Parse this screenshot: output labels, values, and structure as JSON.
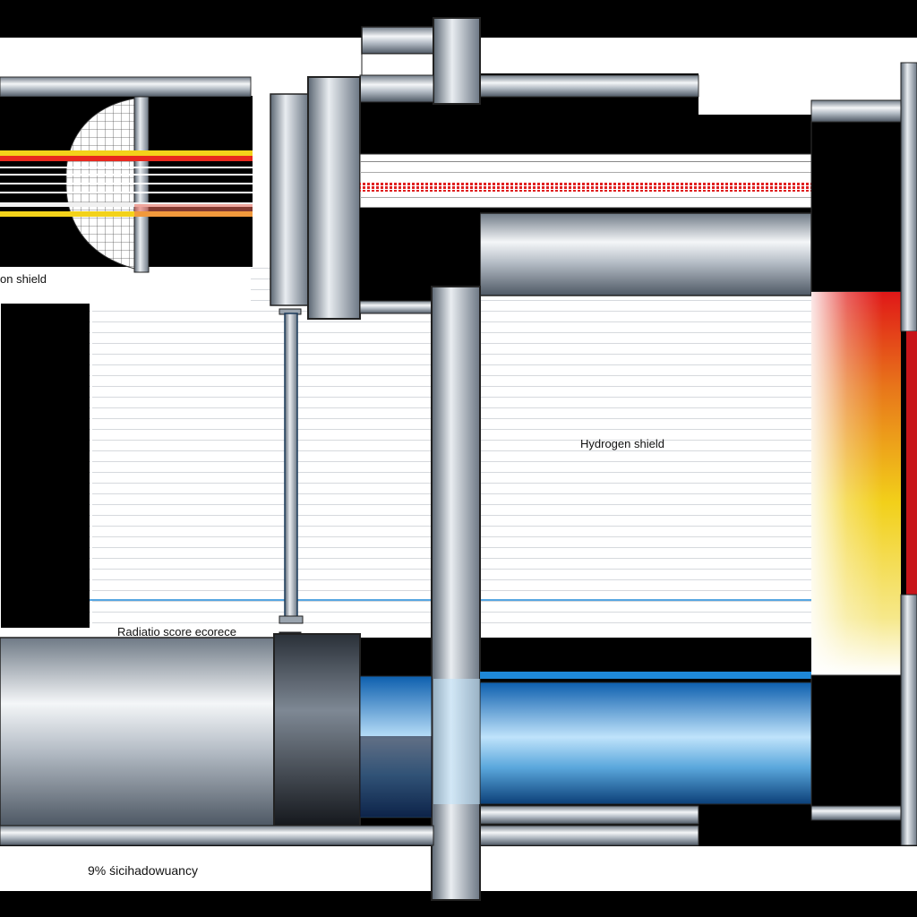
{
  "labels": {
    "ion_shield": "on shield",
    "hydrogen_shield": "Hydrogen shield",
    "radiation_source": "Radiatio score ecorece",
    "percentage": "9% śicihadowuancy"
  },
  "colors": {
    "background": "#000000",
    "panel": "#ffffff",
    "steel": "#8e99a4",
    "beam_red": "#e8281e",
    "beam_yellow": "#f3d21a",
    "coolant_blue": "#1e88d8"
  }
}
